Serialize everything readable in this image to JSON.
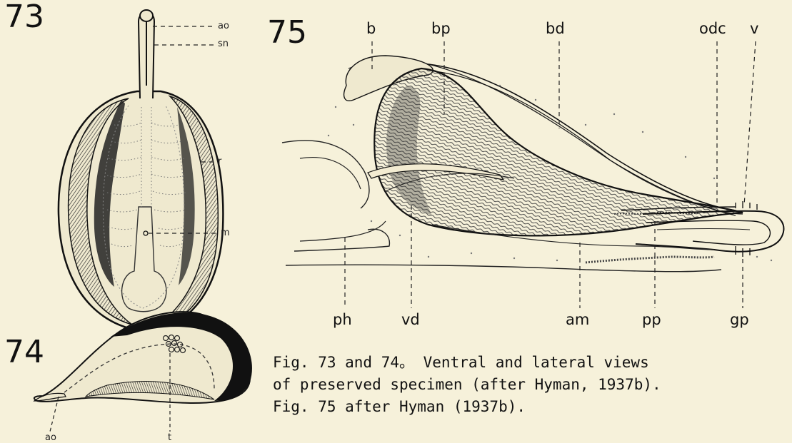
{
  "figures": {
    "fig73": {
      "number": "73",
      "labels": {
        "ao": "ao",
        "sn": "sn",
        "r": "r",
        "m": "m"
      }
    },
    "fig74": {
      "number": "74",
      "labels": {
        "ao": "ao",
        "t": "t"
      }
    },
    "fig75": {
      "number": "75",
      "labels_top": {
        "b": "b",
        "bp": "bp",
        "bd": "bd",
        "odc": "odc",
        "v": "v"
      },
      "labels_bottom": {
        "ph": "ph",
        "vd": "vd",
        "am": "am",
        "pp": "pp",
        "gp": "gp"
      }
    }
  },
  "caption": {
    "line1": "Fig. 73 and 74。 Ventral and lateral views",
    "line2": "of preserved specimen (after Hyman, 1937b).",
    "line3": "Fig. 75 after Hyman (1937b)."
  },
  "colors": {
    "paper": "#f6f1da",
    "ink": "#111111"
  }
}
